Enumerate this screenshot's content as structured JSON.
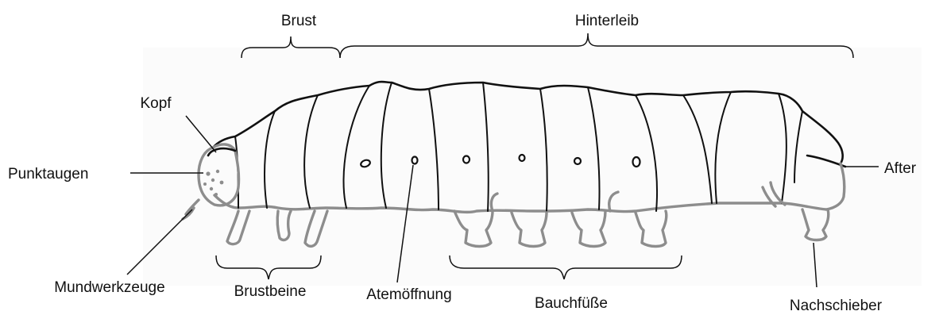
{
  "labels": {
    "brust": "Brust",
    "hinterleib": "Hinterleib",
    "kopf": "Kopf",
    "punktaugen": "Punktaugen",
    "after": "After",
    "mundwerkzeuge": "Mundwerkzeuge",
    "brustbeine": "Brustbeine",
    "atemoeffnung": "Atemöffnung",
    "bauchfuesse": "Bauchfüße",
    "nachschieber": "Nachschieber"
  }
}
